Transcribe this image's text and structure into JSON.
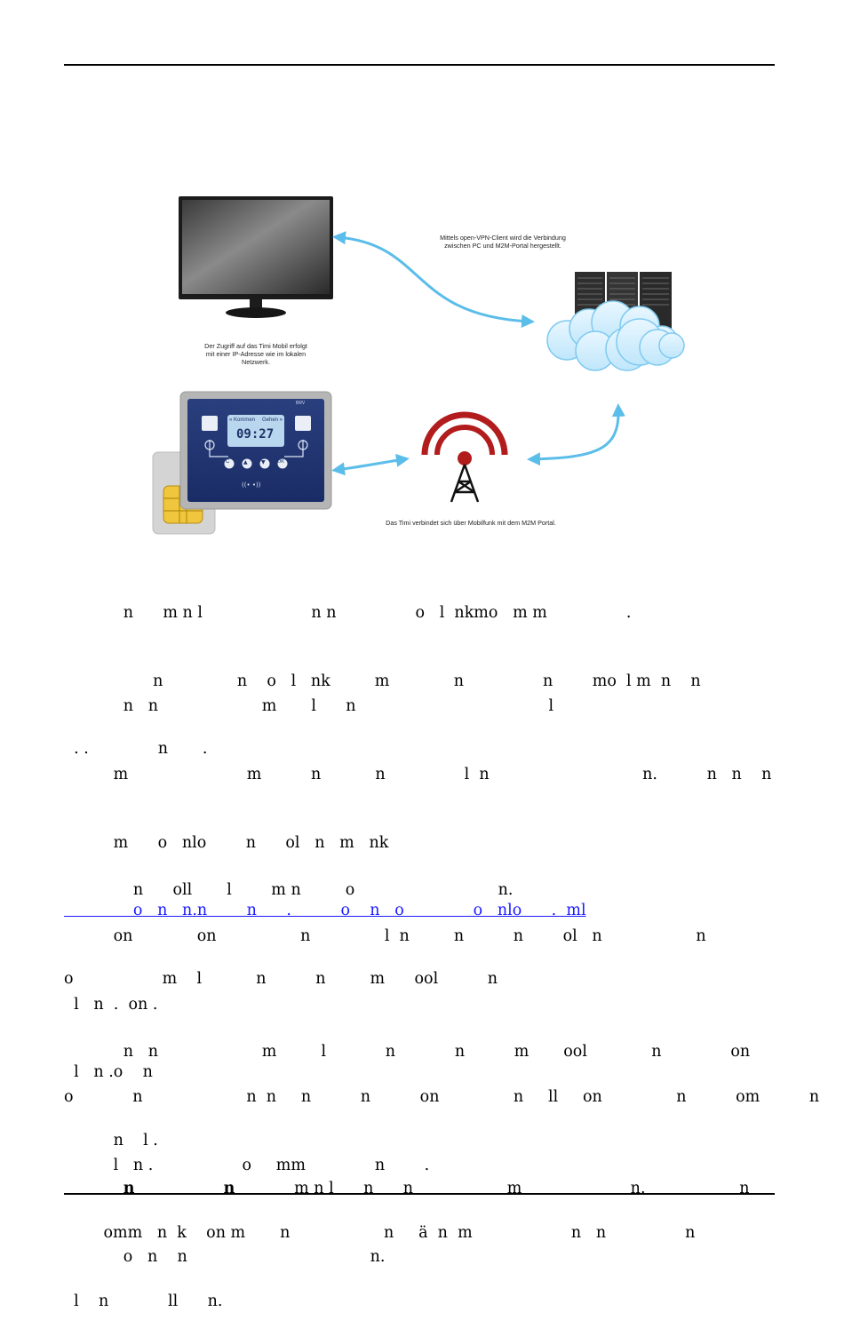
{
  "figure": {
    "caption_vpn": [
      "Mittels open-VPN-Client wird die Verbindung",
      "zwischen PC und M2M-Portal hergestellt."
    ],
    "caption_access": [
      "Der Zugriff auf das Timi Mobil erfolgt",
      "mit einer IP-Adresse wie im lokalen",
      "Netzwerk."
    ],
    "caption_mobile": "Das Timi verbindet sich über Mobilfunk mit dem M2M Portal.",
    "device": {
      "brand": "BRV",
      "tab_left": "« Kommen",
      "tab_right": "Gehen »",
      "time": "09:27",
      "keys": [
        "C",
        "▲",
        "▼",
        "OK"
      ],
      "nfc": "((• •))"
    }
  },
  "body": {
    "p1": [
      "            n      m n l                      n n                o   l  nkmo   m m                .",
      "                  n               n    o   l   nk         m             n                n        mo  l m  n    n",
      "  . .              n       ."
    ],
    "p2": [
      "            n   n                     m       l      n                                       l",
      "          ."
    ],
    "p3": [
      "          m                        m          n           n                l  n                               n.          n   n    n",
      "          m      o   nlo        n      ol   n   m   nk"
    ],
    "p3_link": "              o   n   n.n        n      .          o    n   o              o   nlo      .  ml",
    "p3_after": "o                  m    l           n          n         m      ool          n",
    "p4": "              n      oll       l        m n         o                             n.",
    "p5": [
      "          on             on                 n               l  n         n          n        ol   n                   n",
      "  l   n  .  on .",
      "  l   n .o    n",
      "          n    l ."
    ],
    "p6": "            n   n                     m         l            n            n          m       ool             n              on",
    "p7": [
      "o            n                     n  n     n          n          on               n     ll     on               n          om          n",
      "          l   n .                  o     mm              n        .",
      "        omm   n  k    on m       n                   n     ä  n  m                    n   n                n",
      "  l    n            ll      n."
    ],
    "p8_bold_1": "n",
    "p8_mid_1": "                  ",
    "p8_bold_2": "n",
    "p8_rest": "            m n l      n      n                   m                      n.                   n",
    "p8_pre": "            ",
    "p8_line2": "            o   n    n                                     n."
  }
}
